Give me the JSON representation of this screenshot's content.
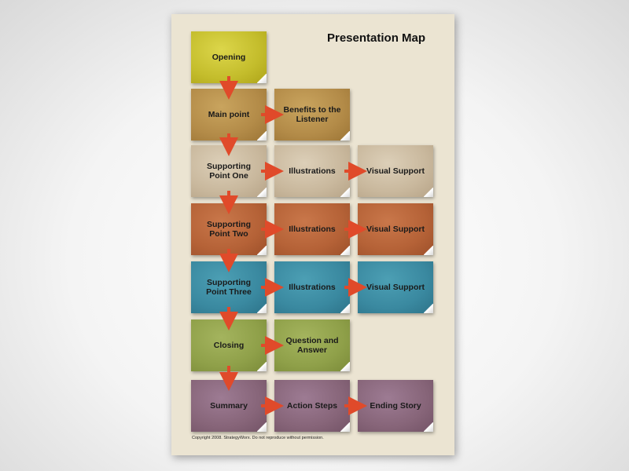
{
  "title": "Presentation Map",
  "copyright": "Copyright 2008. StrategyWorx. Do not reproduce without permission.",
  "rows": [
    {
      "cards": [
        "Opening"
      ],
      "color": "#c4bd2c"
    },
    {
      "cards": [
        "Main point",
        "Benefits to the Listener"
      ],
      "color": "#b38b48"
    },
    {
      "cards": [
        "Supporting Point One",
        "Illustrations",
        "Visual Support"
      ],
      "color": "#c9b89d"
    },
    {
      "cards": [
        "Supporting Point Two",
        "Illustrations",
        "Visual Support"
      ],
      "color": "#b56237"
    },
    {
      "cards": [
        "Supporting Point Three",
        "Illustrations",
        "Visual Support"
      ],
      "color": "#3a89a0"
    },
    {
      "cards": [
        "Closing",
        "Question and Answer"
      ],
      "color": "#8fa049"
    },
    {
      "cards": [
        "Summary",
        "Action Steps",
        "Ending Story"
      ],
      "color": "#876579"
    }
  ],
  "arrow_color": "#e04a2a",
  "icons": {
    "arrow_down": "arrow-down-icon",
    "arrow_right": "arrow-right-icon"
  }
}
